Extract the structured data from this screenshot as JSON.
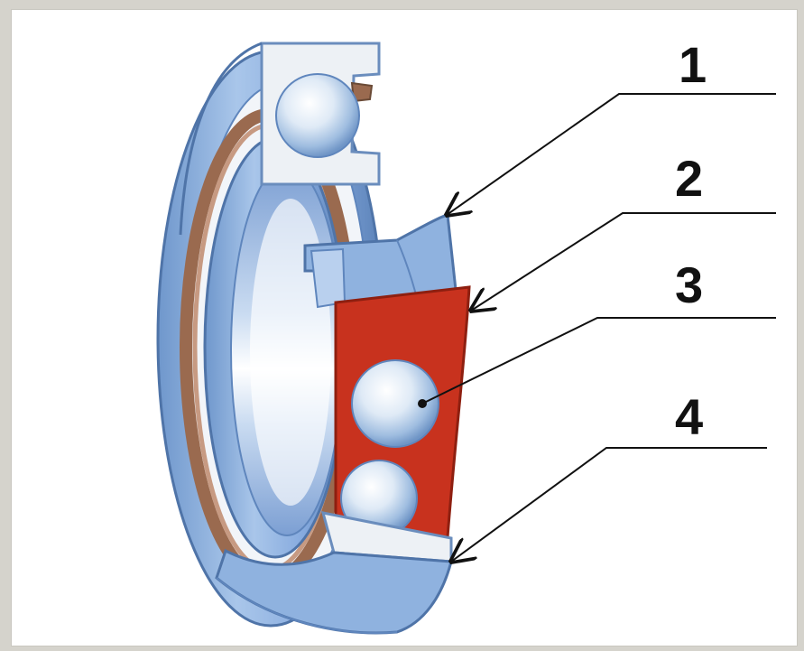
{
  "callouts": [
    {
      "id": "1",
      "label": "1"
    },
    {
      "id": "2",
      "label": "2"
    },
    {
      "id": "3",
      "label": "3"
    },
    {
      "id": "4",
      "label": "4"
    }
  ],
  "colors": {
    "ring_blue": "#8fb2df",
    "ring_blue_dark": "#5f86bd",
    "ring_face": "#e9eef4",
    "cage_red": "#c8321e",
    "cage_brown": "#9a6a4f",
    "ball_light": "#eef4fb",
    "leader_line": "#111111"
  }
}
